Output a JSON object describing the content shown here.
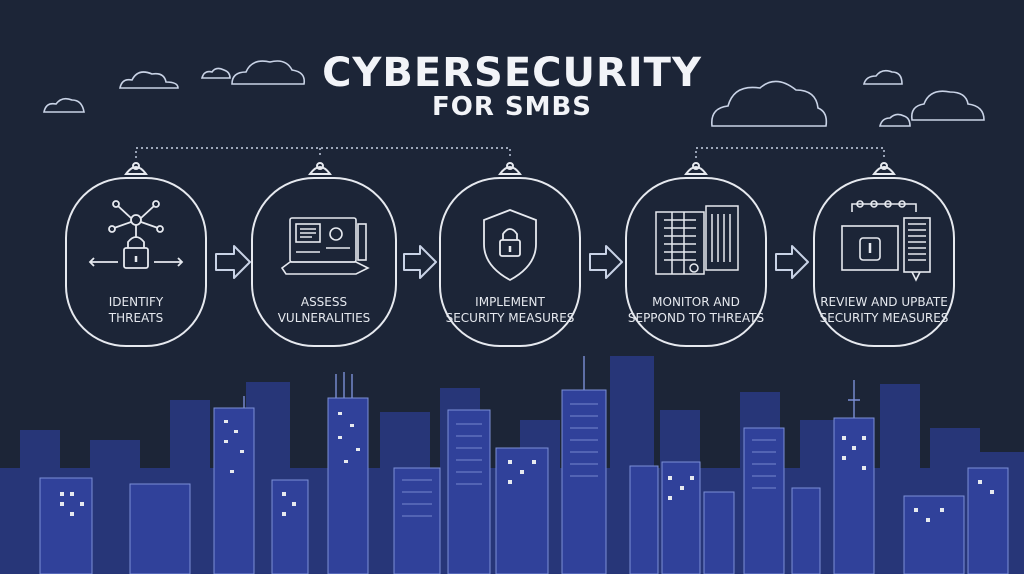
{
  "title": "CYBERSECURITY",
  "subtitle": "FOR SMBS",
  "steps": [
    {
      "line1": "IDENTIFY",
      "line2": "THREATS",
      "icon": "network-lock-icon"
    },
    {
      "line1": "ASSESS",
      "line2": "VULNERALITIES",
      "icon": "laptop-scan-icon"
    },
    {
      "line1": "IMPLEMENT",
      "line2": "SECURITY MEASURES",
      "icon": "shield-lock-icon"
    },
    {
      "line1": "MONITOR AND",
      "line2": "SEPPOND TO THREATS",
      "icon": "monitoring-dashboard-icon"
    },
    {
      "line1": "REVIEW AND UPBATE",
      "line2": "SECURITY MEASURES",
      "icon": "review-update-icon"
    }
  ],
  "colors": {
    "background": "#1c2537",
    "line": "#e6e9ef",
    "skyline": "#2e3f8c",
    "skyline_light": "#4a5fb8"
  }
}
